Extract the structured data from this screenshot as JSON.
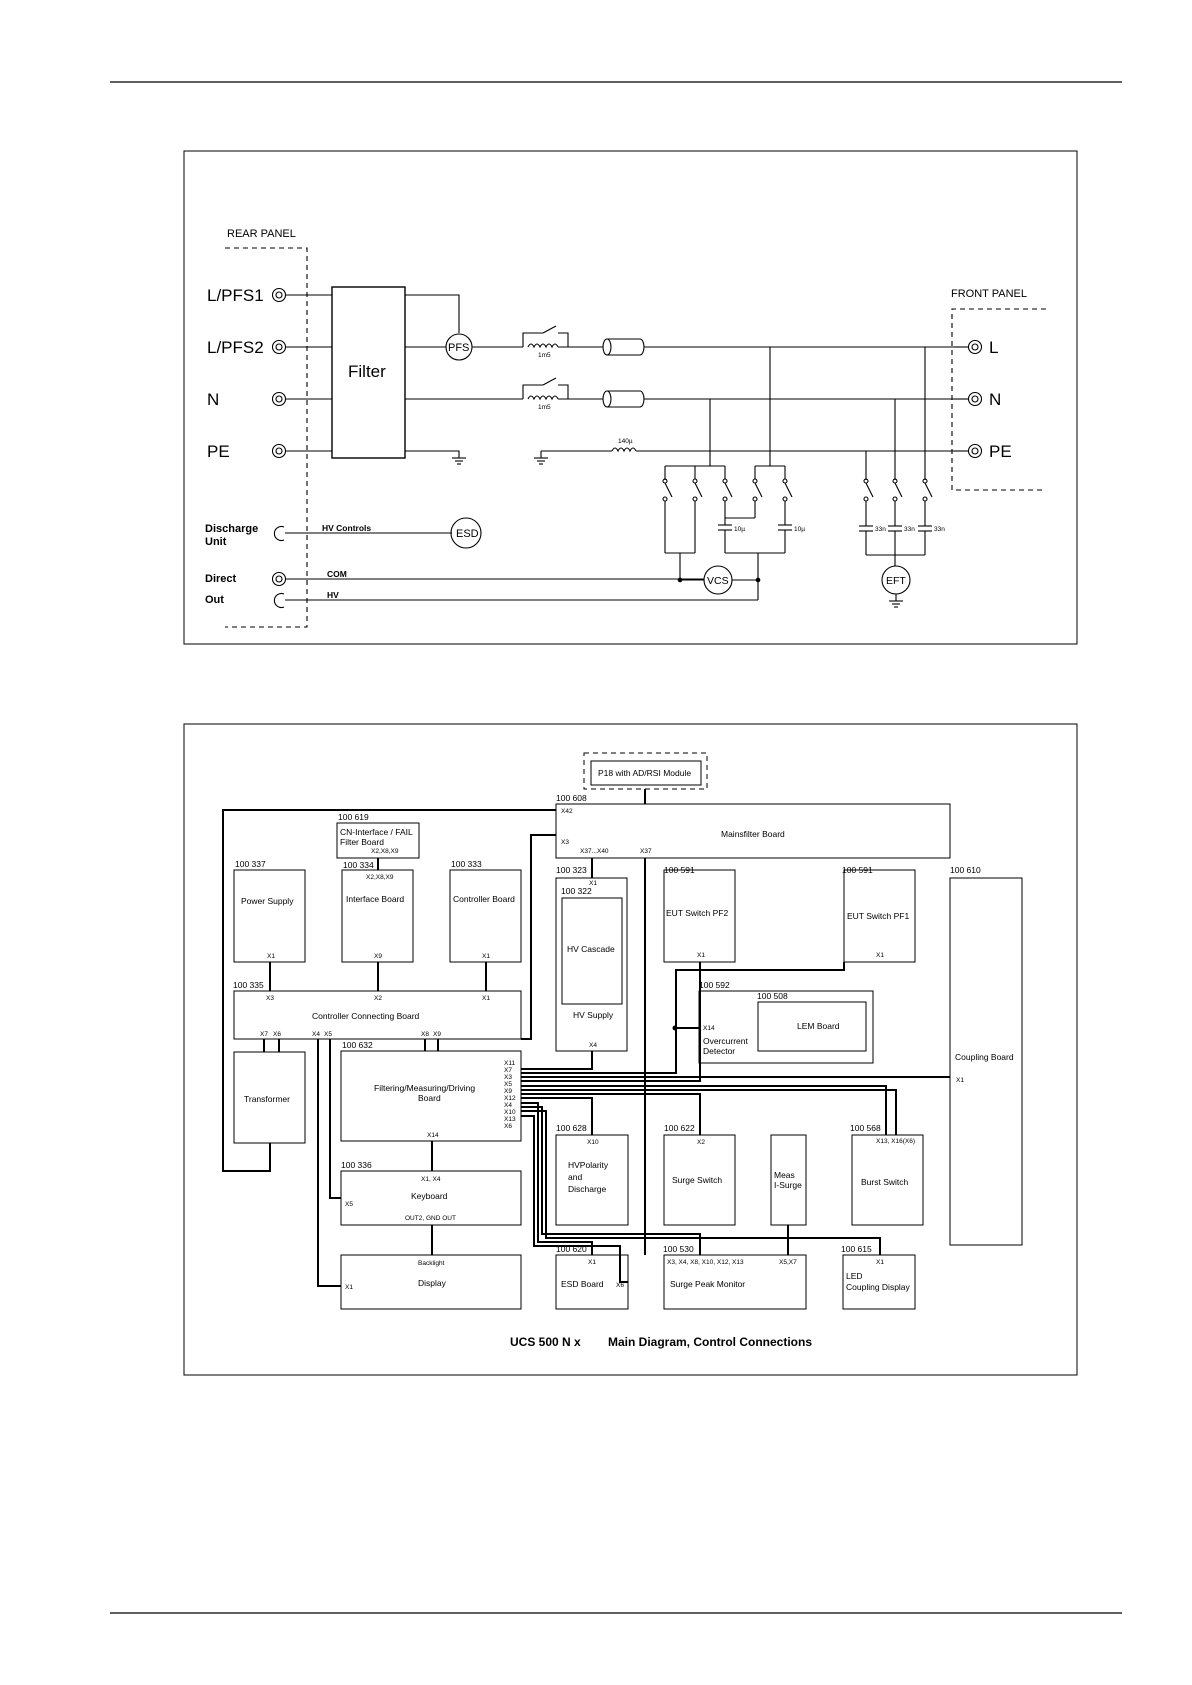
{
  "schematic": {
    "rear_panel": "REAR PANEL",
    "front_panel": "FRONT PANEL",
    "inputs": [
      "L/PFS1",
      "L/PFS2",
      "N",
      "PE"
    ],
    "filter": "Filter",
    "pfs": "PFS",
    "inductor_1": "1m5",
    "inductor_2": "1m5",
    "inductor_140": "140µ",
    "outputs": [
      "L",
      "N",
      "PE"
    ],
    "discharge_unit_line1": "Discharge",
    "discharge_unit_line2": "Unit",
    "hv_controls": "HV Controls",
    "esd": "ESD",
    "direct": "Direct",
    "out": "Out",
    "com": "COM",
    "hv": "HV",
    "vcs": "VCS",
    "eft": "EFT",
    "cap_10u_1": "10µ",
    "cap_10u_2": "10µ",
    "cap_33n_1": "33n",
    "cap_33n_2": "33n",
    "cap_33n_3": "33n"
  },
  "block": {
    "p18": "P18 with AD/RSI Module",
    "mainsfilter_num": "100 608",
    "mainsfilter": "Mainsfilter Board",
    "x42": "X42",
    "x3": "X3",
    "x37x40": "X37...X40",
    "x37": "X37",
    "cn_num": "100 619",
    "cn_line1": "CN-Interface / FAIL",
    "cn_line2": "Filter Board",
    "cn_x": "X2,X8,X9",
    "ps_num": "100 337",
    "ps": "Power Supply",
    "ps_x1": "X1",
    "ib_num": "100 334",
    "ib": "Interface Board",
    "ib_top": "X2,X8,X9",
    "ib_x9": "X9",
    "cb_num": "100 333",
    "cb": "Controller Board",
    "cb_x1": "X1",
    "hvs_num": "100 323",
    "hvs_x1": "X1",
    "hvc_num": "100 322",
    "hvc": "HV Cascade",
    "hvs": "HV Supply",
    "hvs_x4": "X4",
    "eut2_num": "100 591",
    "eut2": "EUT Switch PF2",
    "eut2_x1": "X1",
    "eut1_num": "100 591",
    "eut1": "EUT Switch PF1",
    "eut1_x1": "X1",
    "coupling_num": "100 610",
    "coupling": "Coupling Board",
    "coupling_x1": "X1",
    "ccb_num": "100 335",
    "ccb": "Controller Connecting Board",
    "ccb_x3": "X3",
    "ccb_x2": "X2",
    "ccb_x1": "X1",
    "ccb_bottom": [
      "X7",
      "X6",
      "X4",
      "X5",
      "X8",
      "X9"
    ],
    "oc_num": "100 592",
    "lem_num": "100 508",
    "lem": "LEM Board",
    "oc_x14": "X14",
    "oc_line1": "Overcurrent",
    "oc_line2": "Detector",
    "transformer": "Transformer",
    "fmd_num": "100 632",
    "fmd_line1": "Filtering/Measuring/Driving",
    "fmd_line2": "Board",
    "fmd_x": [
      "X11",
      "X7",
      "X3",
      "X5",
      "X9",
      "X12",
      "X4",
      "X10",
      "X13",
      "X6"
    ],
    "fmd_x14": "X14",
    "hvp_num": "100 628",
    "hvp_x10": "X10",
    "hvp_line1": "HVPolarity",
    "hvp_line2": "and",
    "hvp_line3": "Discharge",
    "ss_num": "100 622",
    "ss_x2": "X2",
    "ss": "Surge Switch",
    "meas_line1": "Meas",
    "meas_line2": "I-Surge",
    "bs_num": "100 568",
    "bs_x": "X13, X16(X6)",
    "bs": "Burst Switch",
    "kb_num": "100 336",
    "kb_top": "X1, X4",
    "kb_x5": "X5",
    "kb": "Keyboard",
    "kb_out": "OUT2, GND OUT",
    "disp_backlight": "Backlight",
    "disp": "Display",
    "disp_x1": "X1",
    "esdb_num": "100 620",
    "esdb_x1": "X1",
    "esdb": "ESD Board",
    "esdb_x6": "X6",
    "spm_num": "100 530",
    "spm_x": "X3, X4, X8, X10, X12, X13",
    "spm_x57": "X5,X7",
    "spm": "Surge Peak Monitor",
    "led_num": "100 615",
    "led_x1": "X1",
    "led_line1": "LED",
    "led_line2": "Coupling Display",
    "caption_model": "UCS 500  N x",
    "caption_title": "Main Diagram, Control Connections"
  }
}
